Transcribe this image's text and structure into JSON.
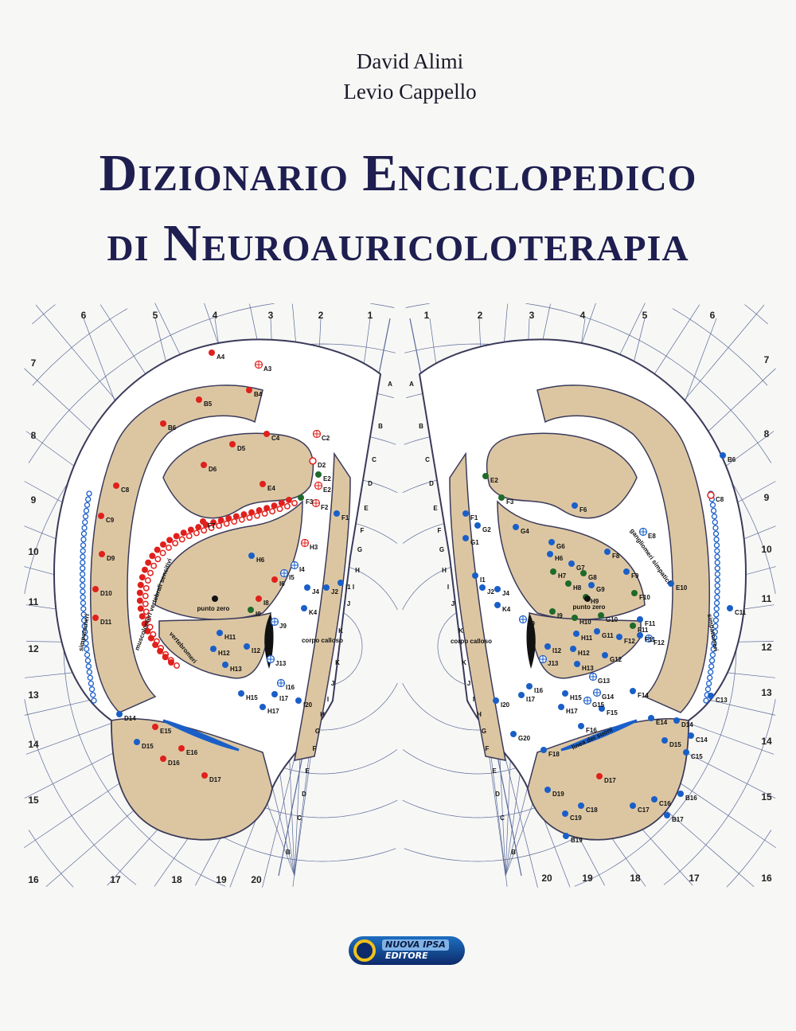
{
  "authors": [
    "David Alimi",
    "Levio Cappello"
  ],
  "title": {
    "line1": "Dizionario Enciclopedico",
    "line2": "di Neuroauricoloterapia"
  },
  "publisher": {
    "line1": "NUOVA IPSA",
    "line2": "EDITORE"
  },
  "colors": {
    "title": "#1e1e50",
    "tan": "#dcc6a2",
    "grid": "#5a6a9a",
    "red": "#e0201c",
    "blue": "#1a5fc8",
    "green": "#1e6a2a"
  },
  "diagram": {
    "left_top_numbers": [
      "6",
      "5",
      "4",
      "3",
      "2",
      "1"
    ],
    "right_top_numbers": [
      "1",
      "2",
      "3",
      "4",
      "5",
      "6"
    ],
    "left_side_numbers": [
      "7",
      "8",
      "9",
      "10",
      "11",
      "12",
      "13",
      "14",
      "15",
      "16"
    ],
    "right_side_numbers": [
      "7",
      "8",
      "9",
      "10",
      "11",
      "12",
      "13",
      "14",
      "15",
      "16"
    ],
    "left_bottom_numbers": [
      "17",
      "18",
      "19",
      "20"
    ],
    "right_bottom_numbers": [
      "20",
      "19",
      "18",
      "17"
    ],
    "center_letters": [
      "A",
      "B",
      "C",
      "D",
      "E",
      "F",
      "G",
      "H",
      "I",
      "J",
      "K",
      "K",
      "J",
      "I",
      "H",
      "G",
      "F",
      "E",
      "D",
      "C",
      "B"
    ],
    "annotations_left": [
      "punto zero",
      "corpo calloso",
      "muscolomeri vertebrali sensitivi",
      "vertebromeri",
      "simpatomeri"
    ],
    "annotations_right": [
      "punto zero",
      "corpo calloso",
      "gangliomeri simpatici",
      "simpatomeri",
      "linea dei suoni"
    ],
    "left_points": [
      "A4",
      "A3",
      "B4",
      "B5",
      "B6",
      "C4",
      "C2",
      "D5",
      "D6",
      "D2",
      "E2",
      "E2",
      "E4",
      "F3",
      "F2",
      "F1",
      "C8",
      "C9",
      "D9",
      "D10",
      "D11",
      "F7",
      "H3",
      "H6",
      "I4",
      "I5",
      "I6",
      "I8",
      "I9",
      "J4",
      "J2",
      "I1",
      "K4",
      "J9",
      "H11",
      "H12",
      "I12",
      "H13",
      "J13",
      "I16",
      "I17",
      "H15",
      "H17",
      "I20",
      "D14",
      "E15",
      "D15",
      "E16",
      "D16",
      "D17"
    ],
    "right_points": [
      "E2",
      "F3",
      "F6",
      "F1",
      "G2",
      "G1",
      "G4",
      "G6",
      "H6",
      "E8",
      "F8",
      "G7",
      "H7",
      "G8",
      "F9",
      "H8",
      "G9",
      "F10",
      "H9",
      "E10",
      "C11",
      "I1",
      "J2",
      "J4",
      "K4",
      "J9",
      "I9",
      "H10",
      "G10",
      "F11",
      "F11",
      "F11",
      "F12",
      "G11",
      "H11",
      "F12",
      "I12",
      "H12",
      "G12",
      "J13",
      "H13",
      "G13",
      "I16",
      "G14",
      "H15",
      "I17",
      "F14",
      "G15",
      "F15",
      "H17",
      "I20",
      "C13",
      "E14",
      "D14",
      "C14",
      "F16",
      "D15",
      "G20",
      "C15",
      "F18",
      "D17",
      "B16",
      "D19",
      "C16",
      "C17",
      "C18",
      "C19",
      "B17",
      "B19",
      "B6",
      "C8"
    ]
  }
}
